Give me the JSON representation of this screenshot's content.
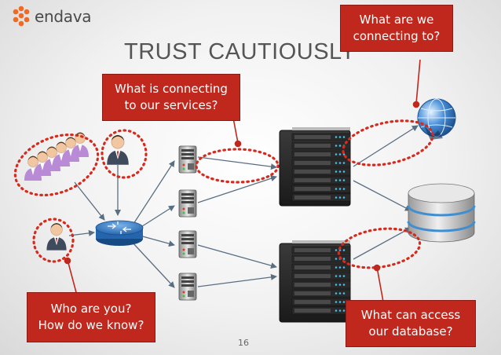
{
  "brand": {
    "name": "endava"
  },
  "slide": {
    "title": "TRUST CAUTIOUSLY",
    "page_number": "16"
  },
  "callouts": {
    "what_connecting_to": [
      "What are we",
      "connecting to?"
    ],
    "what_is_connecting": [
      "What is connecting",
      "to our services?"
    ],
    "who_are_you": [
      "Who are you?",
      "How do we know?"
    ],
    "what_can_access": [
      "What can access",
      "our database?"
    ]
  },
  "colors": {
    "accent": "#c0271d",
    "brand_orange": "#f26a21",
    "arrow": "#5a6e82"
  },
  "icons": [
    "user-group-icon",
    "manager-icon",
    "user-icon",
    "router-icon",
    "server-icon",
    "rack-server-icon",
    "globe-icon",
    "database-icon"
  ]
}
